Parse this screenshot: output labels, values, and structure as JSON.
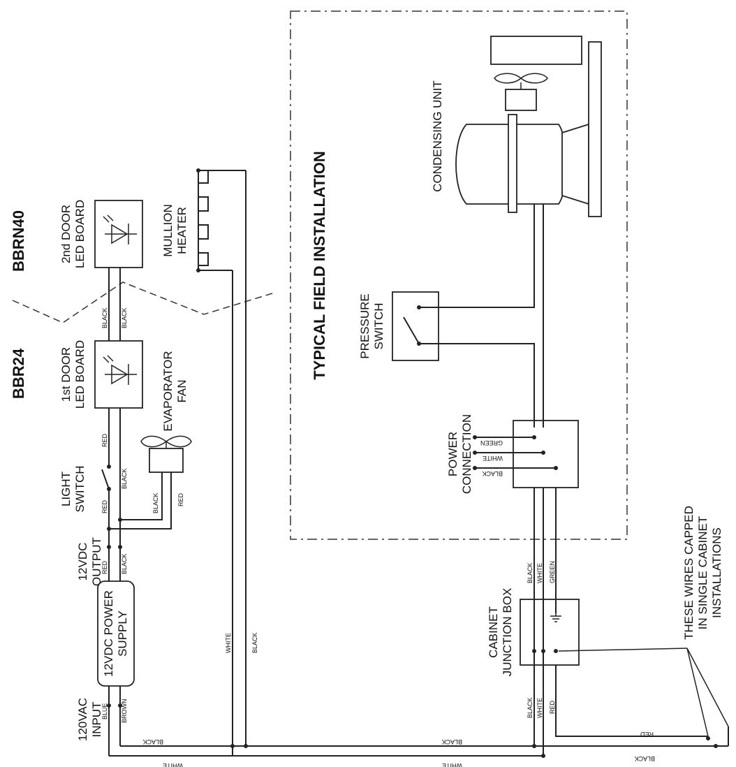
{
  "models": {
    "bbrn40": "BBRN40",
    "bbr24": "BBR24"
  },
  "field": {
    "title": "TYPICAL FIELD INSTALLATION"
  },
  "components": {
    "second_led": [
      "2nd DOOR",
      "LED BOARD"
    ],
    "first_led": [
      "1st DOOR",
      "LED BOARD"
    ],
    "mullion": [
      "MULLION",
      "HEATER"
    ],
    "evap_fan": [
      "EVAPORATOR",
      "FAN"
    ],
    "light_switch": [
      "LIGHT",
      "SWITCH"
    ],
    "output": [
      "12VDC",
      "OUTPUT"
    ],
    "power_supply": [
      "12VDC POWER",
      "SUPPLY"
    ],
    "input": [
      "120VAC",
      "INPUT"
    ],
    "pressure_switch": [
      "PRESSURE",
      "SWITCH"
    ],
    "condensing_unit": "CONDENSING UNIT",
    "power_connection": [
      "POWER",
      "CONNECTION"
    ],
    "junction_box": [
      "CABINET",
      "JUNCTION BOX"
    ],
    "note": [
      "THESE WIRES CAPPED",
      "IN SINGLE CABINET",
      "INSTALLATIONS"
    ]
  },
  "wires": {
    "black": "BLACK",
    "white": "WHITE",
    "red": "RED",
    "green": "GREEN",
    "blue": "BLUE",
    "brown": "BROWN"
  }
}
